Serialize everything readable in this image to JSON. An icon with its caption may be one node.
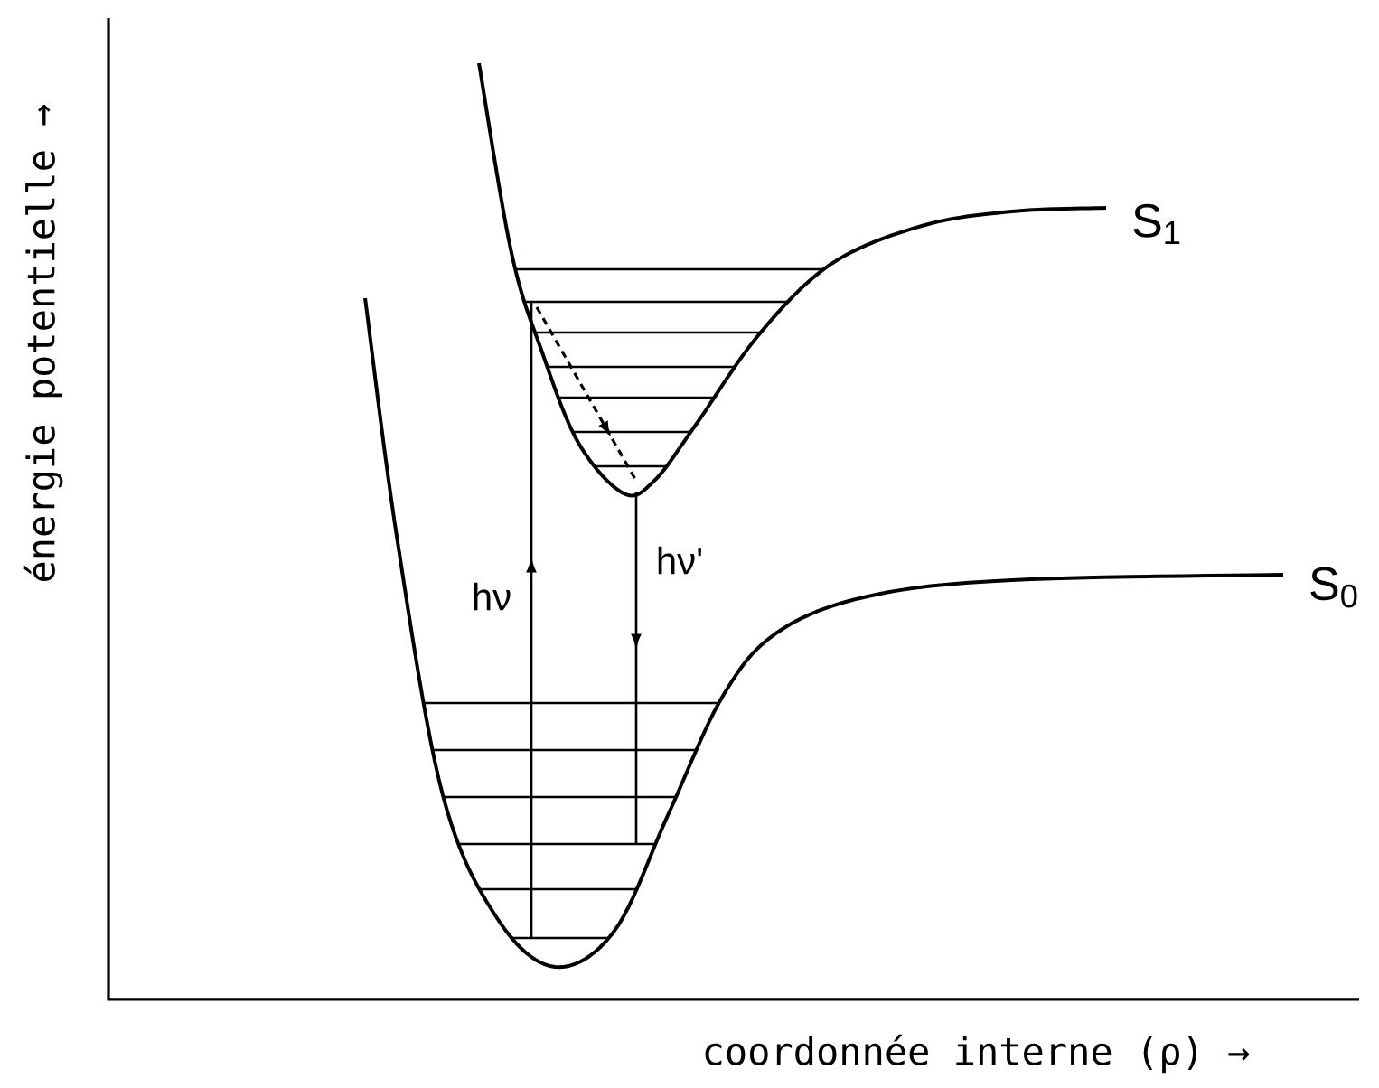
{
  "diagram": {
    "labels": [
      "énergie potentielle →",
      "S$_{1}$",
      "hν",
      "hν'",
      "S$_{0}$",
      "coordonnée interne (ρ) →"
    ]
  }
}
